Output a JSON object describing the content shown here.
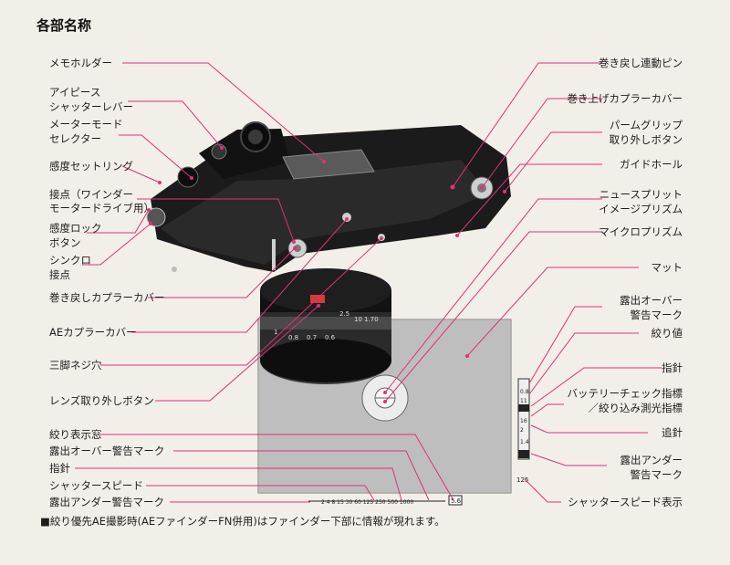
{
  "title": "各部名称",
  "labels_left": [
    "メモホルダー",
    "アイピース",
    "シャッターレバー",
    "メーターモード",
    "セレクター",
    "感度セットリング",
    "接点（ワインダー",
    "モータードライブ用）",
    "感度ロック",
    "ボタン",
    "シンクロ",
    "接点",
    "巻き戻しカプラーカバー",
    "AEカプラーカバー",
    "三脚ネジ穴",
    "レンズ取り外しボタン",
    "絞り表示窓",
    "露出オーバー警告マーク",
    "指針",
    "シャッタースピード",
    "露出アンダー警告マーク"
  ],
  "labels_right": [
    "巻き戻し連動ピン",
    "巻き上げカプラーカバー",
    "パームグリップ",
    "取り外しボタン",
    "ガイドホール",
    "ニュースプリット",
    "イメージプリズム",
    "マイクロプリズム",
    "マット",
    "露出オーバー",
    "警告マーク",
    "絞り値",
    "指針",
    "バッテリーチェック指標",
    "／絞り込み測光指標",
    "追針",
    "露出アンダー",
    "警告マーク",
    "シャッタースピード表示"
  ],
  "footnote": "■絞り優先AE撮影時(AEファインダーFN併用)はファインダー下部に情報が現れます。",
  "lens_markings": [
    "2.5",
    "10 1.70",
    "0.6",
    "0.7",
    "0.8",
    "1"
  ],
  "scale_bottom": "2 4 8 15 30 60 125 250 500 1000",
  "scale_box": "5.6",
  "scale_right": [
    "0.8",
    "11",
    "16",
    "2",
    "1.4"
  ],
  "shutter_readout": "125",
  "colors": {
    "leader": "#e0307a",
    "paper": "#f2efe8",
    "camera": "#1b1b1b"
  }
}
